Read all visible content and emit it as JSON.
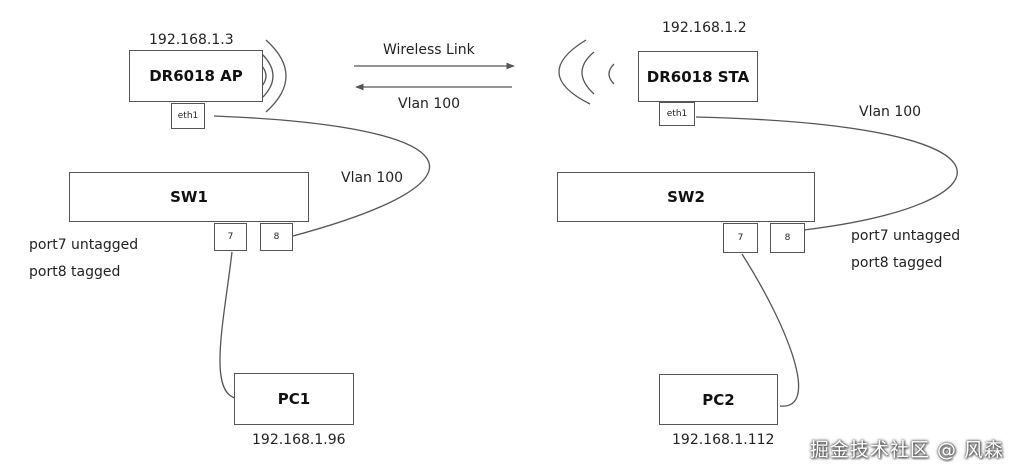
{
  "ap": {
    "ip": "192.168.1.3",
    "name": "DR6018 AP",
    "port": "eth1"
  },
  "sta": {
    "ip": "192.168.1.2",
    "name": "DR6018 STA",
    "port": "eth1"
  },
  "link": {
    "wireless_label": "Wireless Link",
    "return_label": "Vlan 100"
  },
  "sw1": {
    "name": "SW1",
    "port_a": "7",
    "port_b": "8",
    "vlan_label": "Vlan 100",
    "note_line1": "port7 untagged",
    "note_line2": "port8 tagged"
  },
  "sw2": {
    "name": "SW2",
    "port_a": "7",
    "port_b": "8",
    "vlan_label": "Vlan 100",
    "note_line1": "port7 untagged",
    "note_line2": "port8 tagged"
  },
  "pc1": {
    "name": "PC1",
    "ip": "192.168.1.96"
  },
  "pc2": {
    "name": "PC2",
    "ip": "192.168.1.112"
  },
  "watermark": "掘金技术社区 @ 风森"
}
